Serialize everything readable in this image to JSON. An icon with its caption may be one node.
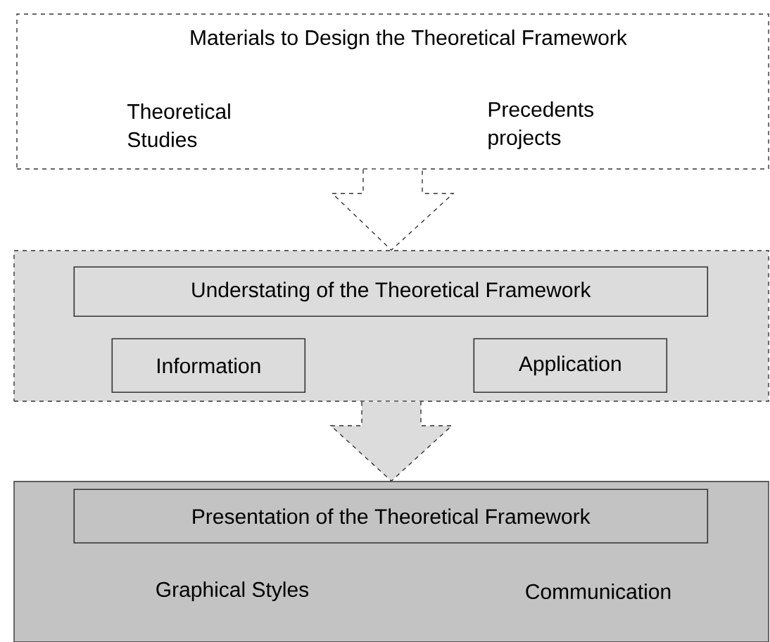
{
  "diagram": {
    "nodes": [
      {
        "text": [
          "Materials to Design the Theoretical Framework",
          "Theoretical Studies",
          "Precedents projects"
        ]
      },
      {
        "text": [],
        "shape": "box"
      },
      {
        "text": [
          "Understating of the Theoretical Framework"
        ],
        "in": 1
      },
      {
        "text": [
          "Information"
        ],
        "in": 1
      },
      {
        "text": [
          "Application"
        ],
        "in": 1
      },
      {
        "text": [
          "Graphical Styles",
          "Communication"
        ]
      },
      {
        "text": [
          "Presentation of the Theoretical Framework"
        ],
        "in": 5
      }
    ],
    "edges": [
      {
        "from": 0,
        "to": 1,
        "arrow": "to",
        "style": "dashed"
      },
      {
        "from": 1,
        "to": 5,
        "arrow": "to",
        "style": "dashed"
      }
    ]
  }
}
